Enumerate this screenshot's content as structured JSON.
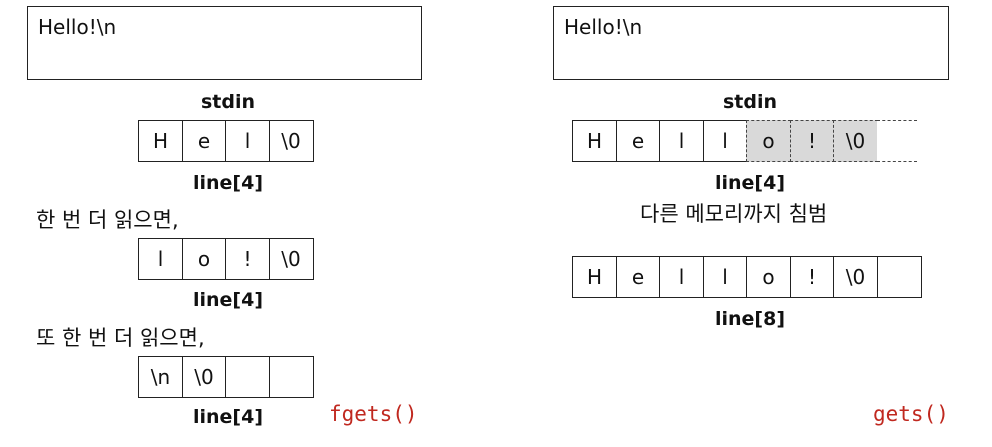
{
  "left": {
    "stdin_text": "Hello!\\n",
    "stdin_label": "stdin",
    "arrays": [
      {
        "cells": [
          "H",
          "e",
          "l",
          "\\0"
        ],
        "label": "line[4]"
      },
      {
        "cells": [
          "l",
          "o",
          "!",
          "\\0"
        ],
        "label": "line[4]"
      },
      {
        "cells": [
          "\\n",
          "\\0",
          "",
          ""
        ],
        "label": "line[4]"
      }
    ],
    "note1": "한 번 더 읽으면,",
    "note2": "또 한 번 더 읽으면,",
    "func": "fgets()"
  },
  "right": {
    "stdin_text": "Hello!\\n",
    "stdin_label": "stdin",
    "array1": {
      "cells": [
        "H",
        "e",
        "l",
        "l"
      ],
      "overflow": [
        "o",
        "!",
        "\\0"
      ],
      "label": "line[4]"
    },
    "note": "다른 메모리까지 침범",
    "array2": {
      "cells": [
        "H",
        "e",
        "l",
        "l",
        "o",
        "!",
        "\\0",
        ""
      ],
      "label": "line[8]"
    },
    "func": "gets()"
  }
}
